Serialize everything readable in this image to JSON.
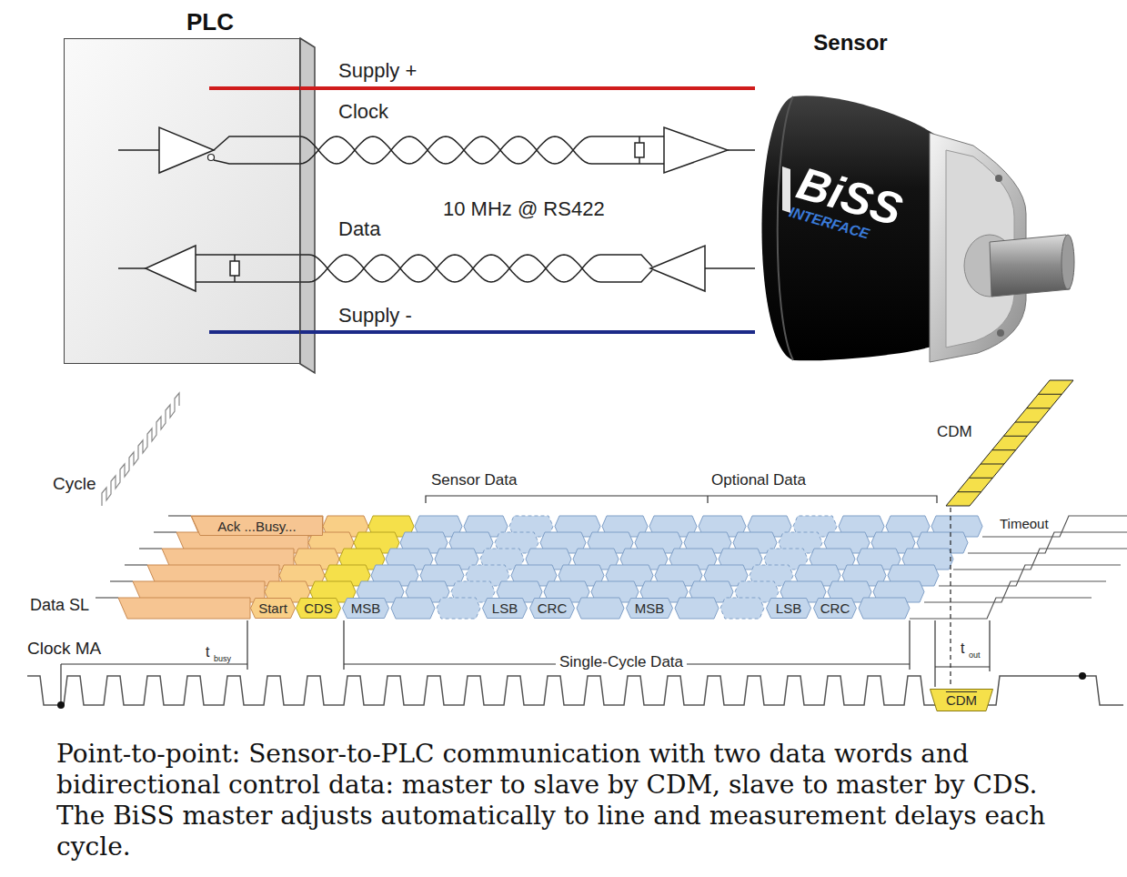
{
  "diagram": {
    "caption": "Point-to-point: Sensor-to-PLC communication with two data words and bidirectional control data: master to slave by CDM, slave to master by CDS. The BiSS master adjusts automatically to line and measurement delays each cycle.",
    "nodes": [
      {
        "text": [
          "PLC"
        ]
      },
      {
        "text": [
          "Sensor",
          "BiSS",
          "INTERFACE"
        ]
      },
      {
        "text": [
          "Ack ...Busy..."
        ]
      },
      {
        "text": [
          "Start"
        ]
      },
      {
        "text": [
          "CDS"
        ]
      },
      {
        "text": [
          "MSB"
        ]
      },
      {
        "text": [
          "LSB"
        ]
      },
      {
        "text": [
          "CRC"
        ]
      },
      {
        "text": [
          "MSB"
        ]
      },
      {
        "text": [
          "LSB"
        ]
      },
      {
        "text": [
          "CRC"
        ]
      },
      {
        "text": [
          "CDM"
        ]
      }
    ],
    "edges": [
      {
        "from": 0,
        "to": 1,
        "arrow": "none",
        "label": "Supply +"
      },
      {
        "from": 0,
        "to": 1,
        "arrow": "to",
        "label": "Clock"
      },
      {
        "from": 1,
        "to": 0,
        "arrow": "to",
        "label": "Data"
      },
      {
        "from": 0,
        "to": 1,
        "arrow": "none",
        "label": "Supply -"
      }
    ],
    "labels": [
      "10 MHz @ RS422",
      "CDM",
      "Cycle",
      "Sensor Data",
      "Optional Data",
      "Timeout",
      "Data SL",
      "Clock MA",
      "t",
      "busy",
      "Single-Cycle Data",
      "t",
      "out"
    ]
  }
}
